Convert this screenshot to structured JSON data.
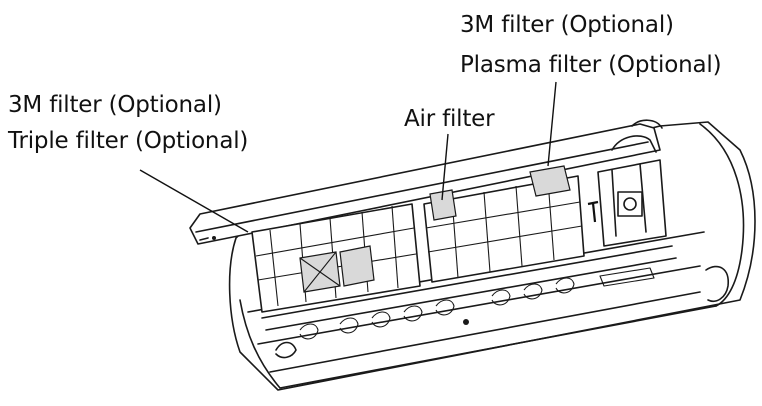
{
  "labels": {
    "left_line1": "3M filter (Optional)",
    "left_line2": "Triple filter (Optional)",
    "middle": "Air filter",
    "right_line1": "3M filter (Optional)",
    "right_line2": "Plasma filter (Optional)"
  }
}
